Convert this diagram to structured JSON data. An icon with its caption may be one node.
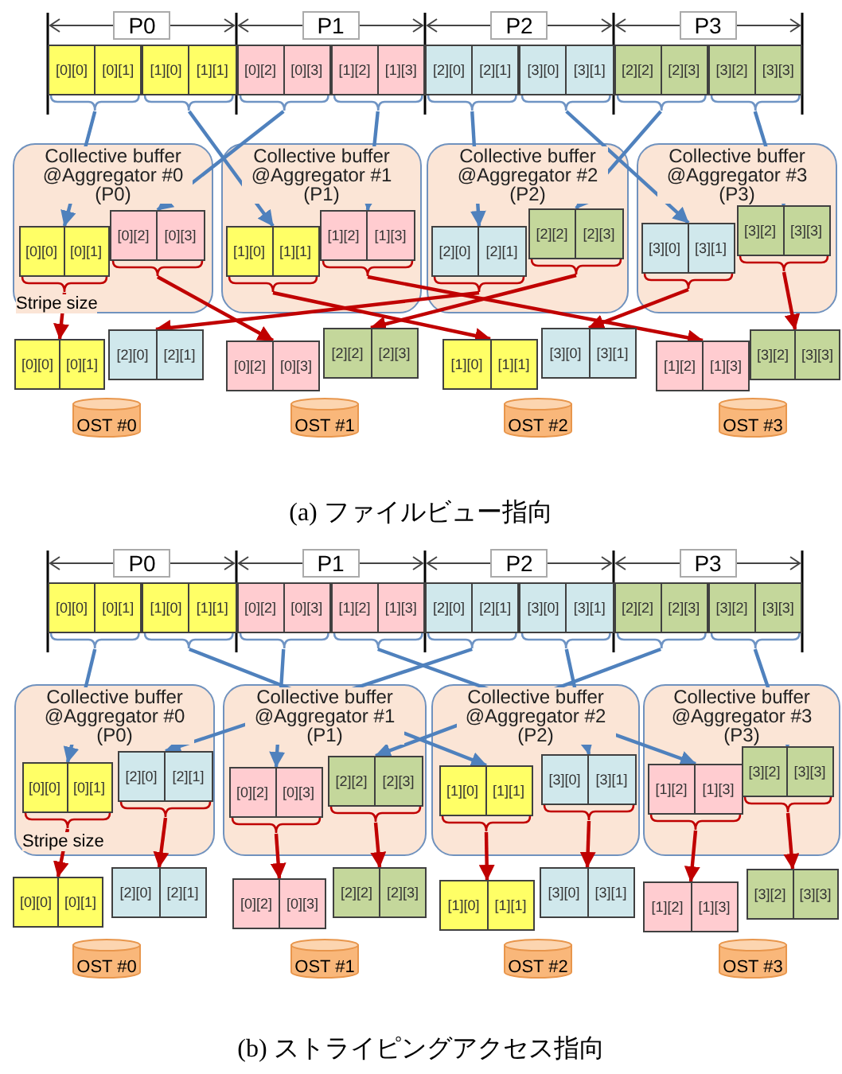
{
  "diagram": {
    "nodes": [
      {
        "text": [
          "[0][0]",
          "[0][1]"
        ]
      },
      {
        "text": [
          "[1][0]",
          "[1][1]"
        ]
      },
      {
        "text": [
          "[0][2]",
          "[0][3]"
        ]
      },
      {
        "text": [
          "[1][2]",
          "[1][3]"
        ]
      },
      {
        "text": [
          "[2][0]",
          "[2][1]"
        ]
      },
      {
        "text": [
          "[3][0]",
          "[3][1]"
        ]
      },
      {
        "text": [
          "[2][2]",
          "[2][3]"
        ]
      },
      {
        "text": [
          "[3][2]",
          "[3][3]"
        ]
      },
      {
        "text": [
          "Collective buffer @Aggregator #0 (P0)"
        ]
      },
      {
        "text": [
          "[0][0]",
          "[0][1]"
        ],
        "in": 8
      },
      {
        "text": [
          "[0][2]",
          "[0][3]"
        ],
        "in": 8
      },
      {
        "text": [
          "Collective buffer @Aggregator #1 (P1)"
        ]
      },
      {
        "text": [
          "[1][0]",
          "[1][1]"
        ],
        "in": 11
      },
      {
        "text": [
          "[1][2]",
          "[1][3]"
        ],
        "in": 11
      },
      {
        "text": [
          "Collective buffer @Aggregator #2 (P2)"
        ]
      },
      {
        "text": [
          "[2][0]",
          "[2][1]"
        ],
        "in": 14
      },
      {
        "text": [
          "[2][2]",
          "[2][3]"
        ],
        "in": 14
      },
      {
        "text": [
          "Collective buffer @Aggregator #3 (P3)"
        ]
      },
      {
        "text": [
          "[3][0]",
          "[3][1]"
        ],
        "in": 17
      },
      {
        "text": [
          "[3][2]",
          "[3][3]"
        ],
        "in": 17
      },
      {
        "text": [
          "[0][0]",
          "[0][1]"
        ]
      },
      {
        "text": [
          "[2][0]",
          "[2][1]"
        ]
      },
      {
        "text": [
          "[0][2]",
          "[0][3]"
        ]
      },
      {
        "text": [
          "[2][2]",
          "[2][3]"
        ]
      },
      {
        "text": [
          "[1][0]",
          "[1][1]"
        ]
      },
      {
        "text": [
          "[3][0]",
          "[3][1]"
        ]
      },
      {
        "text": [
          "[1][2]",
          "[1][3]"
        ]
      },
      {
        "text": [
          "[3][2]",
          "[3][3]"
        ]
      },
      {
        "text": [
          "OST #0"
        ]
      },
      {
        "text": [
          "OST #1"
        ]
      },
      {
        "text": [
          "OST #2"
        ]
      },
      {
        "text": [
          "OST #3"
        ]
      },
      {
        "text": [
          "[0][0]",
          "[0][1]"
        ]
      },
      {
        "text": [
          "[1][0]",
          "[1][1]"
        ]
      },
      {
        "text": [
          "[0][2]",
          "[0][3]"
        ]
      },
      {
        "text": [
          "[1][2]",
          "[1][3]"
        ]
      },
      {
        "text": [
          "[2][0]",
          "[2][1]"
        ]
      },
      {
        "text": [
          "[3][0]",
          "[3][1]"
        ]
      },
      {
        "text": [
          "[2][2]",
          "[2][3]"
        ]
      },
      {
        "text": [
          "[3][2]",
          "[3][3]"
        ]
      },
      {
        "text": [
          "Collective buffer @Aggregator #0 (P0)"
        ]
      },
      {
        "text": [
          "[0][0]",
          "[0][1]"
        ],
        "in": 40
      },
      {
        "text": [
          "[2][0]",
          "[2][1]"
        ],
        "in": 40
      },
      {
        "text": [
          "Collective buffer @Aggregator #1 (P1)"
        ]
      },
      {
        "text": [
          "[0][2]",
          "[0][3]"
        ],
        "in": 43
      },
      {
        "text": [
          "[2][2]",
          "[2][3]"
        ],
        "in": 43
      },
      {
        "text": [
          "Collective buffer @Aggregator #2 (P2)"
        ]
      },
      {
        "text": [
          "[1][0]",
          "[1][1]"
        ],
        "in": 46
      },
      {
        "text": [
          "[3][0]",
          "[3][1]"
        ],
        "in": 46
      },
      {
        "text": [
          "Collective buffer @Aggregator #3 (P3)"
        ]
      },
      {
        "text": [
          "[1][2]",
          "[1][3]"
        ],
        "in": 49
      },
      {
        "text": [
          "[3][2]",
          "[3][3]"
        ],
        "in": 49
      },
      {
        "text": [
          "[0][0]",
          "[0][1]"
        ]
      },
      {
        "text": [
          "[2][0]",
          "[2][1]"
        ]
      },
      {
        "text": [
          "[0][2]",
          "[0][3]"
        ]
      },
      {
        "text": [
          "[2][2]",
          "[2][3]"
        ]
      },
      {
        "text": [
          "[1][0]",
          "[1][1]"
        ]
      },
      {
        "text": [
          "[3][0]",
          "[3][1]"
        ]
      },
      {
        "text": [
          "[1][2]",
          "[1][3]"
        ]
      },
      {
        "text": [
          "[3][2]",
          "[3][3]"
        ]
      },
      {
        "text": [
          "OST #0"
        ]
      },
      {
        "text": [
          "OST #1"
        ]
      },
      {
        "text": [
          "OST #2"
        ]
      },
      {
        "text": [
          "OST #3"
        ]
      }
    ],
    "edges": [
      {
        "from": 0,
        "to": 9,
        "arrow": "to"
      },
      {
        "from": 1,
        "to": 12,
        "arrow": "to"
      },
      {
        "from": 2,
        "to": 10,
        "arrow": "to"
      },
      {
        "from": 3,
        "to": 13,
        "arrow": "to"
      },
      {
        "from": 4,
        "to": 15,
        "arrow": "to"
      },
      {
        "from": 5,
        "to": 18,
        "arrow": "to"
      },
      {
        "from": 6,
        "to": 16,
        "arrow": "to"
      },
      {
        "from": 7,
        "to": 19,
        "arrow": "to"
      },
      {
        "from": 9,
        "to": 20,
        "arrow": "to",
        "color": "#c00000"
      },
      {
        "from": 10,
        "to": 22,
        "arrow": "to",
        "color": "#c00000"
      },
      {
        "from": 12,
        "to": 24,
        "arrow": "to",
        "color": "#c00000"
      },
      {
        "from": 13,
        "to": 26,
        "arrow": "to",
        "color": "#c00000"
      },
      {
        "from": 15,
        "to": 21,
        "arrow": "to",
        "color": "#c00000"
      },
      {
        "from": 16,
        "to": 23,
        "arrow": "to",
        "color": "#c00000"
      },
      {
        "from": 18,
        "to": 25,
        "arrow": "to",
        "color": "#c00000"
      },
      {
        "from": 19,
        "to": 27,
        "arrow": "to",
        "color": "#c00000"
      },
      {
        "from": 32,
        "to": 41,
        "arrow": "to"
      },
      {
        "from": 36,
        "to": 42,
        "arrow": "to"
      },
      {
        "from": 34,
        "to": 44,
        "arrow": "to"
      },
      {
        "from": 38,
        "to": 45,
        "arrow": "to"
      },
      {
        "from": 33,
        "to": 47,
        "arrow": "to"
      },
      {
        "from": 37,
        "to": 48,
        "arrow": "to"
      },
      {
        "from": 35,
        "to": 50,
        "arrow": "to"
      },
      {
        "from": 39,
        "to": 51,
        "arrow": "to"
      },
      {
        "from": 41,
        "to": 52,
        "arrow": "to",
        "color": "#c00000"
      },
      {
        "from": 42,
        "to": 53,
        "arrow": "to",
        "color": "#c00000"
      },
      {
        "from": 44,
        "to": 54,
        "arrow": "to",
        "color": "#c00000"
      },
      {
        "from": 45,
        "to": 55,
        "arrow": "to",
        "color": "#c00000"
      },
      {
        "from": 47,
        "to": 56,
        "arrow": "to",
        "color": "#c00000"
      },
      {
        "from": 48,
        "to": 57,
        "arrow": "to",
        "color": "#c00000"
      },
      {
        "from": 50,
        "to": 58,
        "arrow": "to",
        "color": "#c00000"
      },
      {
        "from": 51,
        "to": 59,
        "arrow": "to",
        "color": "#c00000"
      }
    ],
    "labels": [
      "P0",
      "P1",
      "P2",
      "P3",
      "Stripe size",
      "(a) ファイルビュー指向",
      "P0",
      "P1",
      "P2",
      "P3",
      "Stripe size",
      "(b) ストライピングアクセス指向"
    ]
  }
}
